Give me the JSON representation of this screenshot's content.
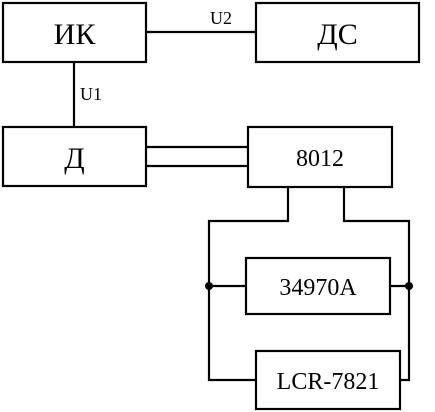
{
  "blocks": {
    "ik": "ИК",
    "ds": "ДС",
    "d": "Д",
    "b8012": "8012",
    "b34970a": "34970A",
    "lcr": "LCR-7821"
  },
  "signals": {
    "u1": "U1",
    "u2": "U2"
  }
}
